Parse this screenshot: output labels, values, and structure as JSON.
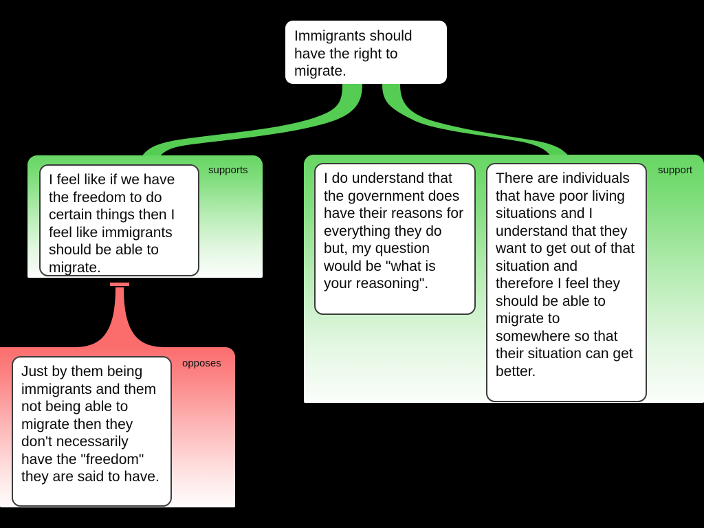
{
  "diagram": {
    "type": "argument-map",
    "background_color": "#000000",
    "colors": {
      "supports_green": "#66d663",
      "opposes_red": "#fb6d6d",
      "card_background": "#ffffff",
      "card_border": "#3b3b3b",
      "text": "#0a0a0a"
    },
    "root": {
      "text": "Immigrants should have the right to migrate."
    },
    "groups": [
      {
        "id": "group-supports-left",
        "relation_label": "supports",
        "relation": "supports",
        "color": "#66d663",
        "cards": [
          {
            "id": "card-freedom",
            "text": "I feel like if we have the freedom to do certain things then I feel like immigrants should be able to migrate."
          }
        ]
      },
      {
        "id": "group-supports-right",
        "relation_label": "support",
        "relation": "supports",
        "color": "#66d663",
        "cards": [
          {
            "id": "card-government-reasons",
            "text": "I do understand that the government does have their reasons for everything they do but, my question would be \"what is your reasoning\"."
          },
          {
            "id": "card-poor-living",
            "text": "There are individuals that have poor living situations and I understand that they want to get out of that situation and therefore I feel they should be able to migrate to somewhere so that their situation can get better."
          }
        ]
      },
      {
        "id": "group-opposes",
        "relation_label": "opposes",
        "relation": "opposes",
        "color": "#fb6d6d",
        "cards": [
          {
            "id": "card-not-freedom",
            "text": "Just by them being immigrants and them not being able to migrate then they don't necessarily have the \"freedom\" they are said to have."
          }
        ]
      }
    ]
  }
}
